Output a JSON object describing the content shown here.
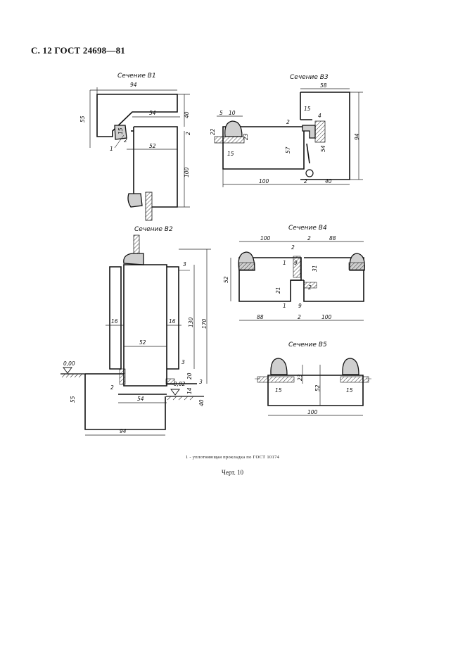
{
  "header": "С. 12 ГОСТ 24698—81",
  "sections": {
    "b1": {
      "title": "Сечение В1",
      "dims": {
        "top": "94",
        "left": "55",
        "mid": "54",
        "right_top": "40",
        "seal": "15",
        "gap_left": "2",
        "gap_right": "2",
        "inner": "52",
        "height": "100",
        "note": "1"
      }
    },
    "b3": {
      "title": "Сечение В3",
      "dims": {
        "top": "58",
        "d5": "5",
        "d10": "10",
        "d15a": "15",
        "d4": "4",
        "d2a": "2",
        "d22": "22",
        "d23": "23",
        "d57": "57",
        "d54": "54",
        "d15b": "15",
        "d94": "94",
        "d100": "100",
        "d2b": "2",
        "d40": "40"
      }
    },
    "b2": {
      "title": "Сечение В2",
      "dims": {
        "d3a": "3",
        "d16a": "16",
        "d16b": "16",
        "d130": "130",
        "d170": "170",
        "d52": "52",
        "d3b": "3",
        "d20": "20",
        "d14": "14",
        "d3c": "3",
        "d2": "2",
        "d54": "54",
        "d40": "40",
        "d55": "55",
        "d94": "94",
        "lvl0": "0,00",
        "lvl1": "-0,02"
      }
    },
    "b4": {
      "title": "Сечение В4",
      "dims": {
        "d100": "100",
        "d2a": "2",
        "d88a": "88",
        "d2b": "2",
        "d1a": "1",
        "d9a": "9",
        "d31": "31",
        "d52": "52",
        "d21": "21",
        "d1b": "1",
        "d9b": "9",
        "d2c": "2",
        "d88b": "88",
        "d2d": "2",
        "d100b": "100"
      }
    },
    "b5": {
      "title": "Сечение В5",
      "dims": {
        "d23": "23",
        "d52": "52",
        "d15a": "15",
        "d15b": "15",
        "d100": "100"
      }
    }
  },
  "footnote": "1 -  уплотняющая прокладка по ГОСТ 10174",
  "chart_label": "Черт. 10"
}
